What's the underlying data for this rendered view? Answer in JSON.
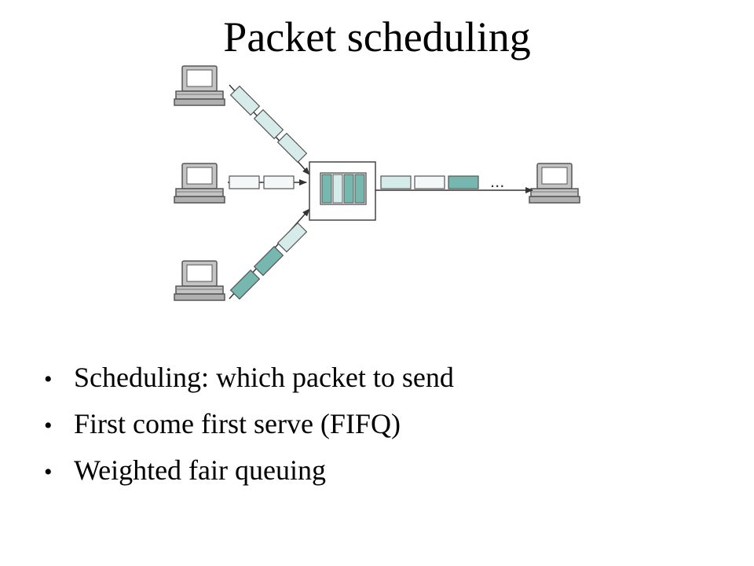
{
  "title": "Packet scheduling",
  "bullets": [
    "Scheduling: which packet to send",
    "First come first serve (FIFQ)",
    "Weighted fair queuing"
  ],
  "diagram": {
    "ellipsis": "...",
    "colors": {
      "packet_dark": "#76b8b0",
      "packet_light": "#d6ecea",
      "packet_white": "#f4f8f8",
      "stroke": "#555555",
      "computer_body": "#c4c4c4",
      "computer_screen": "#ffffff"
    },
    "icons": [
      "computer-icon"
    ]
  }
}
